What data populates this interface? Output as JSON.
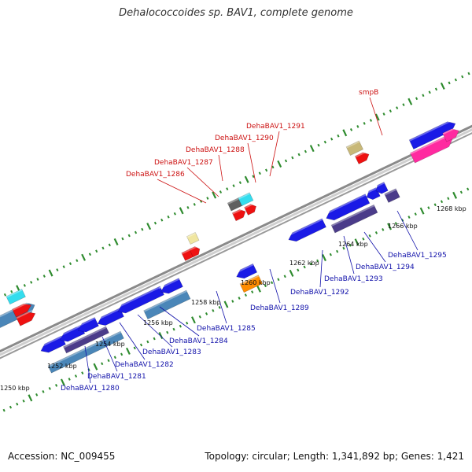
{
  "title": "Dehalococcoides sp. BAV1, complete genome",
  "footer": {
    "accession": "Accession: NC_009455",
    "topology": "Topology: circular; Length: 1,341,892 bp; Genes: 1,421"
  },
  "colors": {
    "backbone": "#8a8a8a",
    "tick": "#2e8b2e",
    "forward_label": "#cc1111",
    "reverse_label": "#1111aa",
    "cds_blue": "#1a1ae6",
    "cds_steel": "#4a86b8",
    "cds_purple": "#4b3c8a",
    "rna_red": "#ee1111",
    "cyan": "#33ddee",
    "khaki": "#c8b878",
    "pale_yellow": "#f0e6a0",
    "grey": "#606060",
    "orange": "#ff8c00",
    "pink": "#ff2aa0"
  },
  "kbp_labels": [
    "1250 kbp",
    "1252 kbp",
    "1254 kbp",
    "1256 kbp",
    "1258 kbp",
    "1260 kbp",
    "1262 kbp",
    "1264 kbp",
    "1266 kbp",
    "1268 kbp"
  ],
  "forward_labels": [
    "DehaBAV1_1286",
    "DehaBAV1_1287",
    "DehaBAV1_1288",
    "DehaBAV1_1290",
    "DehaBAV1_1291",
    "smpB"
  ],
  "reverse_labels": [
    "DehaBAV1_1280",
    "DehaBAV1_1281",
    "DehaBAV1_1282",
    "DehaBAV1_1283",
    "DehaBAV1_1284",
    "DehaBAV1_1285",
    "DehaBAV1_1289",
    "DehaBAV1_1292",
    "DehaBAV1_1293",
    "DehaBAV1_1294",
    "DehaBAV1_1295"
  ]
}
